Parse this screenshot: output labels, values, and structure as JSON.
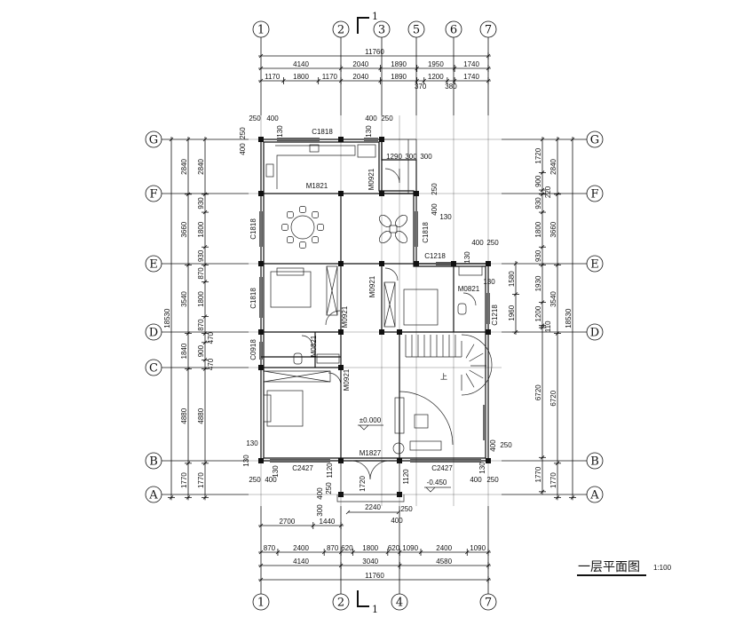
{
  "title": "一层平面图",
  "scale": "1:100",
  "section_mark": "1",
  "axes": {
    "top": [
      "1",
      "2",
      "3",
      "5",
      "6",
      "7"
    ],
    "bottom": [
      "1",
      "2",
      "4",
      "7"
    ],
    "left": [
      "G",
      "F",
      "E",
      "D",
      "C",
      "B",
      "A"
    ],
    "right": [
      "G",
      "F",
      "E",
      "D",
      "B",
      "A"
    ]
  },
  "dims": {
    "top": {
      "overall": [
        "11760"
      ],
      "row2": [
        "4140",
        "2040",
        "1890",
        "1950",
        "1740"
      ],
      "row3": [
        "1170",
        "1800",
        "1170",
        "2040",
        "1890",
        "370",
        "1200",
        "380",
        "1740"
      ]
    },
    "bottom": {
      "row0": [
        "2700",
        "1440"
      ],
      "row1": [
        "870",
        "2400",
        "870",
        "620",
        "1800",
        "620",
        "1090",
        "2400",
        "1090"
      ],
      "row2": [
        "4140",
        "3040",
        "4580"
      ],
      "overall": [
        "11760"
      ],
      "porch": [
        "2240",
        "400",
        "250",
        "300",
        "400",
        "250",
        "1720",
        "1120",
        "1120"
      ]
    },
    "left": {
      "overall": [
        "18530"
      ],
      "mid": [
        "2840",
        "3660",
        "3540",
        "1840",
        "4880",
        "1770"
      ],
      "inner": [
        "2840",
        "930",
        "1800",
        "930",
        "870",
        "1800",
        "870",
        "470",
        "900",
        "470",
        "4880",
        "1770"
      ]
    },
    "right": {
      "overall": [
        "18530"
      ],
      "mid": [
        "2840",
        "3660",
        "3540",
        "6720",
        "1770"
      ],
      "inner": [
        "1720",
        "900",
        "220",
        "930",
        "1800",
        "930",
        "1930",
        "1200",
        "110",
        "6720",
        "1770"
      ],
      "extra": [
        "1580",
        "1960"
      ]
    },
    "local": [
      "250",
      "400",
      "400",
      "250",
      "130",
      "130",
      "400",
      "250",
      "1290",
      "300",
      "300",
      "250",
      "400",
      "130",
      "400",
      "250",
      "130",
      "130",
      "400",
      "250",
      "130",
      "130",
      "250",
      "400",
      "400",
      "250",
      "130",
      "130"
    ]
  },
  "labels": {
    "c1818_top": "C1818",
    "m1821": "M1821",
    "m0921_kitchen": "M0921",
    "c1818_dining": "C1818",
    "c1818_lounge": "C1818",
    "c1218_top": "C1218",
    "m0921_bed2": "M0921",
    "m0821_bath2": "M0821",
    "c1218_right": "C1218",
    "c1818_bed1": "C1818",
    "m0921_bed1": "M0921",
    "c0918": "C0918",
    "m0821_bath1": "M0821",
    "m0921_bed3": "M0921",
    "floor_level": "±0.000",
    "m1827": "M1827",
    "c2427_left": "C2427",
    "c2427_right": "C2427",
    "outdoor_level": "-0.450",
    "stair_mark": "上"
  }
}
